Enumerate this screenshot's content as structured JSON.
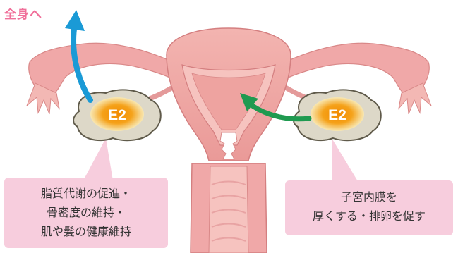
{
  "header": {
    "label": "全身へ"
  },
  "ovaries": {
    "left_label": "E2",
    "right_label": "E2"
  },
  "callouts": {
    "left": {
      "lines": [
        "脂質代謝の促進・",
        "骨密度の維持・",
        "肌や髪の健康維持"
      ]
    },
    "right": {
      "lines": [
        "子宮内膜を",
        "厚くする・排卵を促す"
      ]
    }
  },
  "colors": {
    "uterus_outer": "#f0a8a8",
    "uterus_inner": "#e88a8a",
    "ovary_fill": "#ddd8c8",
    "hormone_glow": "#f28a00",
    "arrow_blue": "#1a9ad6",
    "arrow_green": "#1f9a50",
    "callout_bg": "#f7cddd",
    "label_pink": "#f0709a"
  }
}
